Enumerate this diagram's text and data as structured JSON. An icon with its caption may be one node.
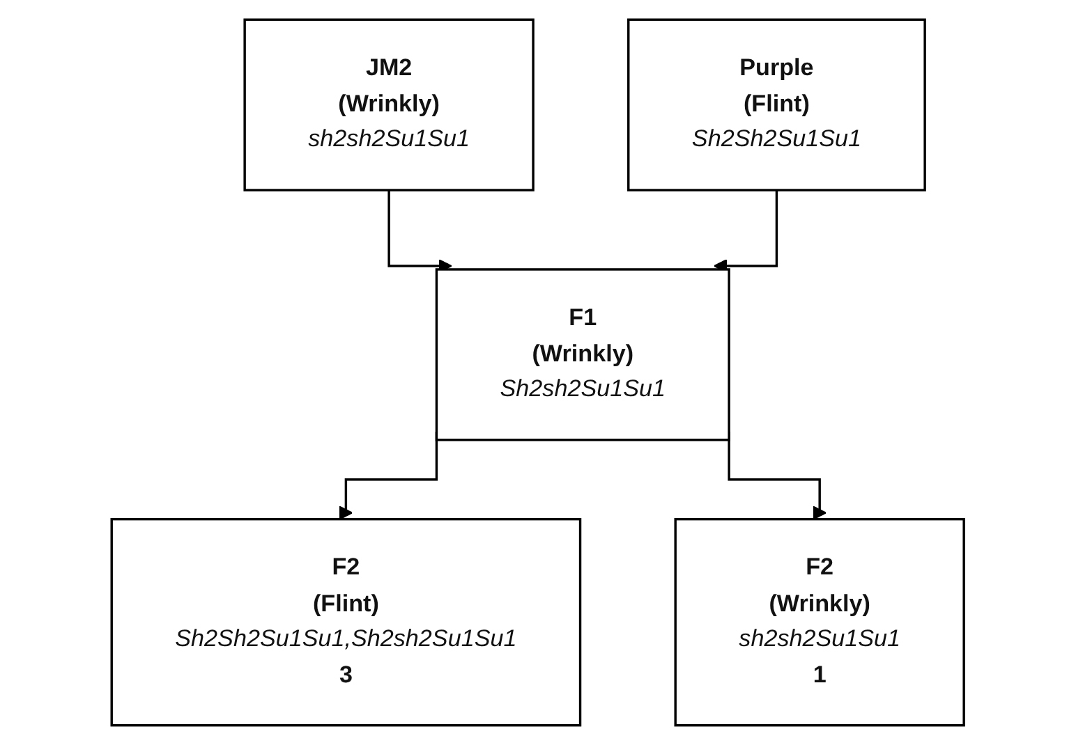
{
  "diagram": {
    "nodes": [
      {
        "text": [
          "JM2",
          "(Wrinkly)",
          "sh2sh2Su1Su1"
        ]
      },
      {
        "text": [
          "Purple",
          "(Flint)",
          "Sh2Sh2Su1Su1"
        ]
      },
      {
        "text": [
          "F1",
          "(Wrinkly)",
          "Sh2sh2Su1Su1"
        ]
      },
      {
        "text": [
          "F2",
          "(Flint)",
          "Sh2Sh2Su1Su1,Sh2sh2Su1Su1",
          "3"
        ]
      },
      {
        "text": [
          "F2",
          "(Wrinkly)",
          "sh2sh2Su1Su1",
          "1"
        ]
      }
    ],
    "edges": [
      {
        "from": 0,
        "to": 2,
        "arrow": "to"
      },
      {
        "from": 1,
        "to": 2,
        "arrow": "to"
      },
      {
        "from": 2,
        "to": 3,
        "arrow": "to"
      },
      {
        "from": 2,
        "to": 4,
        "arrow": "to"
      }
    ]
  }
}
